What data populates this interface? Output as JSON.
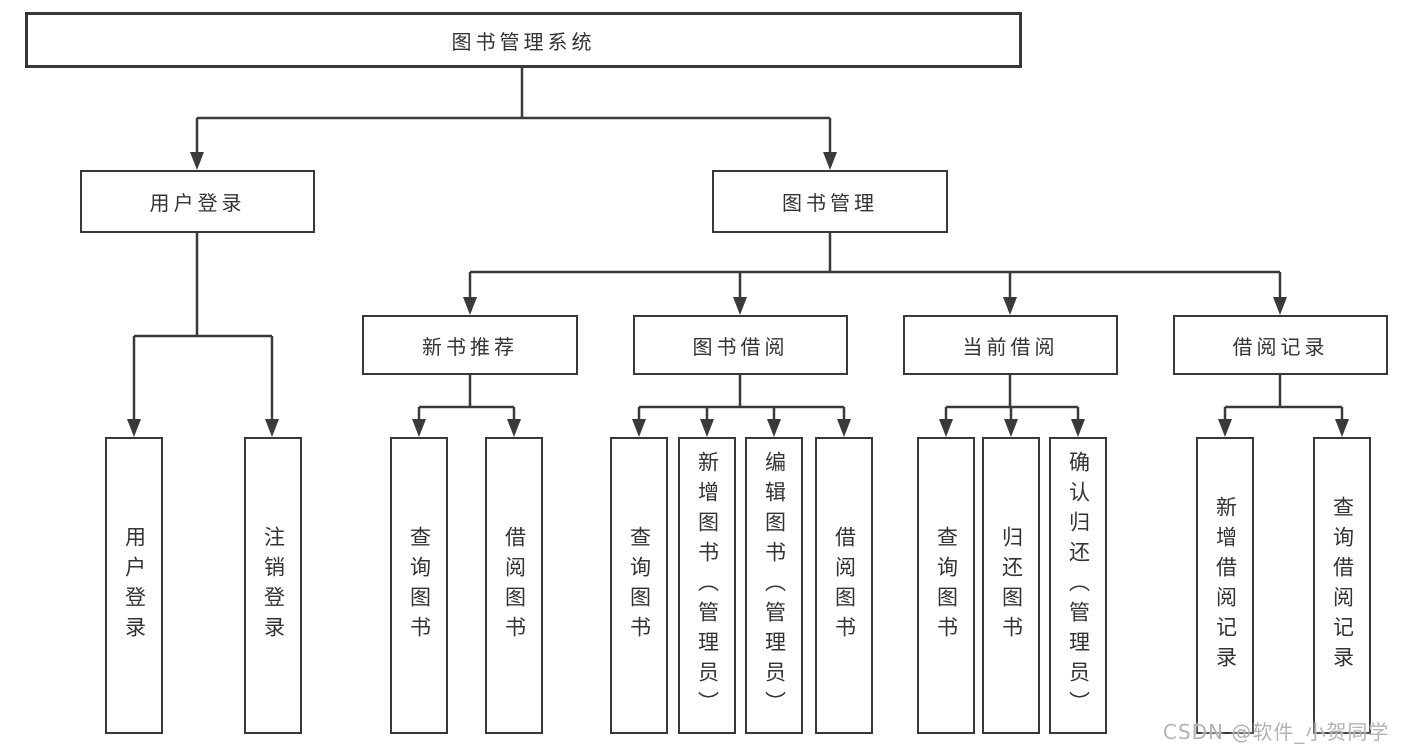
{
  "diagram": {
    "root": {
      "label": "图书管理系统",
      "children": [
        {
          "label": "用户登录",
          "children": [
            {
              "label": "用户登录"
            },
            {
              "label": "注销登录"
            }
          ]
        },
        {
          "label": "图书管理",
          "children": [
            {
              "label": "新书推荐",
              "children": [
                {
                  "label": "查询图书"
                },
                {
                  "label": "借阅图书"
                }
              ]
            },
            {
              "label": "图书借阅",
              "children": [
                {
                  "label": "查询图书"
                },
                {
                  "label": "新增图书（管理员）"
                },
                {
                  "label": "编辑图书（管理员）"
                },
                {
                  "label": "借阅图书"
                }
              ]
            },
            {
              "label": "当前借阅",
              "children": [
                {
                  "label": "查询图书"
                },
                {
                  "label": "归还图书"
                },
                {
                  "label": "确认归还（管理员）"
                }
              ]
            },
            {
              "label": "借阅记录",
              "children": [
                {
                  "label": "新增借阅记录"
                },
                {
                  "label": "查询借阅记录"
                }
              ]
            }
          ]
        }
      ]
    }
  },
  "watermark": "CSDN @软件_小贺同学",
  "colors": {
    "line": "#3a3a3a",
    "text": "#333333",
    "watermark": "#b3b3b3",
    "background": "#ffffff"
  }
}
